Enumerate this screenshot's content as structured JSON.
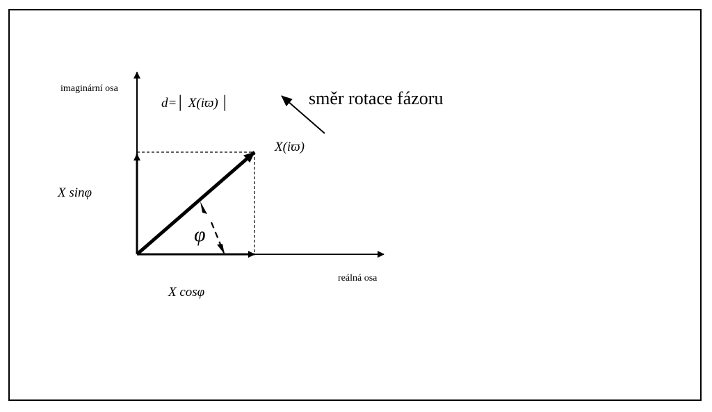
{
  "diagram": {
    "imaginary_axis_label": "imaginární osa",
    "real_axis_label": "reálná osa",
    "magnitude_label": "d=│ X(iϖ) │",
    "rotation_label": "směr rotace fázoru",
    "phasor_label": "X(iϖ)",
    "sin_component_label": "X sinφ",
    "cos_component_label": "X cosφ",
    "angle_label": "φ",
    "colors": {
      "line": "#000000",
      "background": "#ffffff"
    }
  }
}
